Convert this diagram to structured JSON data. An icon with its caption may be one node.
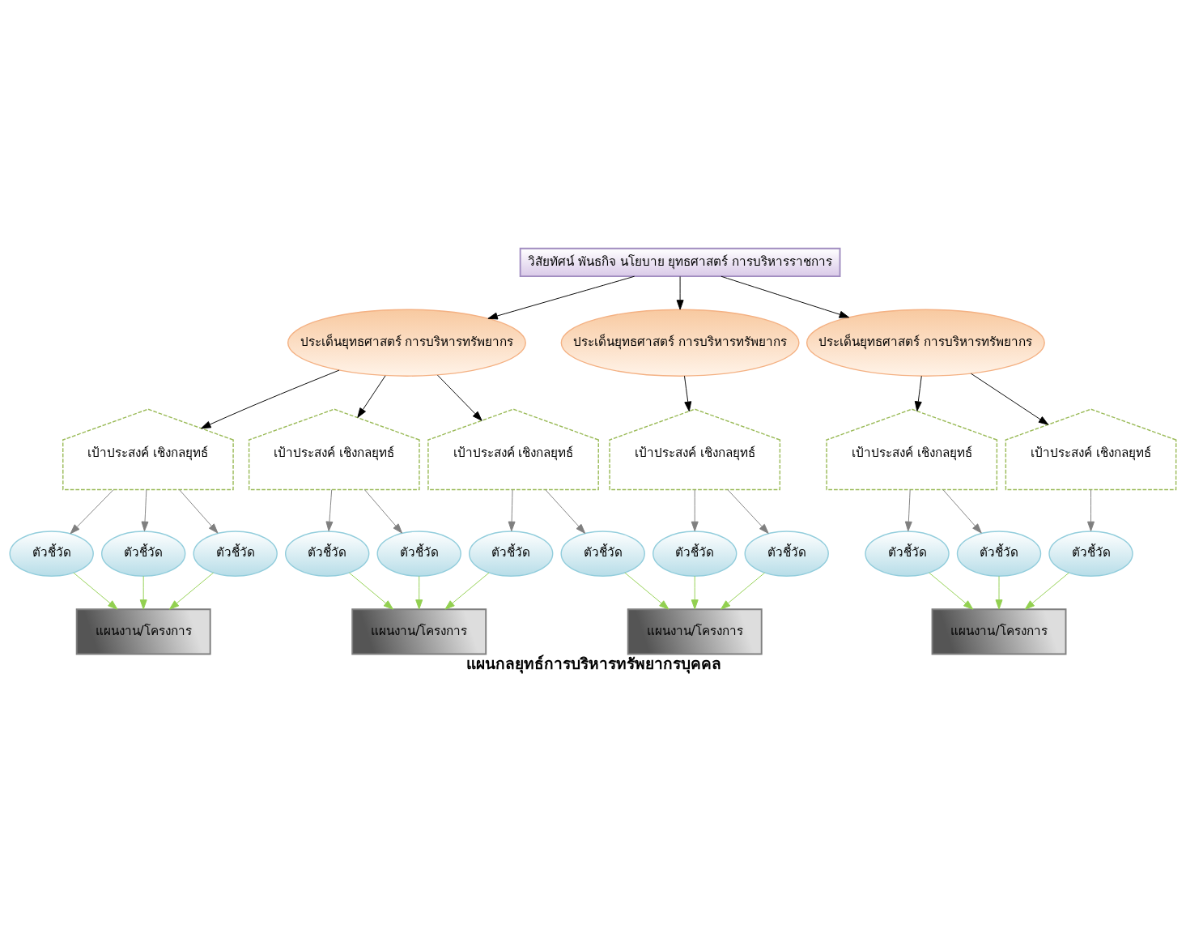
{
  "diagram": {
    "caption": "แผนกลยุทธ์การบริหารทรัพยากรบุคคล",
    "nodes": [
      {
        "text": [
          "วิสัยทัศน์ พันธกิจ นโยบาย ยุทธศาสตร์ การบริหารราชการ"
        ]
      },
      {
        "text": [
          "ประเด็นยุทธศาสตร์ การบริหารทรัพยากร"
        ]
      },
      {
        "text": [
          "ประเด็นยุทธศาสตร์ การบริหารทรัพยากร"
        ]
      },
      {
        "text": [
          "ประเด็นยุทธศาสตร์ การบริหารทรัพยากร"
        ]
      },
      {
        "text": [
          "เป้าประสงค์ เชิงกลยุทธ์"
        ]
      },
      {
        "text": [
          "เป้าประสงค์ เชิงกลยุทธ์"
        ]
      },
      {
        "text": [
          "เป้าประสงค์ เชิงกลยุทธ์"
        ]
      },
      {
        "text": [
          "เป้าประสงค์ เชิงกลยุทธ์"
        ]
      },
      {
        "text": [
          "เป้าประสงค์ เชิงกลยุทธ์"
        ]
      },
      {
        "text": [
          "เป้าประสงค์ เชิงกลยุทธ์"
        ]
      },
      {
        "text": [
          "ตัวชี้วัด"
        ]
      },
      {
        "text": [
          "ตัวชี้วัด"
        ]
      },
      {
        "text": [
          "ตัวชี้วัด"
        ]
      },
      {
        "text": [
          "ตัวชี้วัด"
        ]
      },
      {
        "text": [
          "ตัวชี้วัด"
        ]
      },
      {
        "text": [
          "ตัวชี้วัด"
        ]
      },
      {
        "text": [
          "ตัวชี้วัด"
        ]
      },
      {
        "text": [
          "ตัวชี้วัด"
        ]
      },
      {
        "text": [
          "ตัวชี้วัด"
        ]
      },
      {
        "text": [
          "ตัวชี้วัด"
        ]
      },
      {
        "text": [
          "ตัวชี้วัด"
        ]
      },
      {
        "text": [
          "ตัวชี้วัด"
        ]
      },
      {
        "text": [
          "แผนงาน/โครงการ"
        ]
      },
      {
        "text": [
          "แผนงาน/โครงการ"
        ]
      },
      {
        "text": [
          "แผนงาน/โครงการ"
        ]
      },
      {
        "text": [
          "แผนงาน/โครงการ"
        ]
      }
    ],
    "edges": [
      {
        "from": 0,
        "to": 1,
        "arrow": "to",
        "color": "#000000"
      },
      {
        "from": 0,
        "to": 2,
        "arrow": "to",
        "color": "#000000"
      },
      {
        "from": 0,
        "to": 3,
        "arrow": "to",
        "color": "#000000"
      },
      {
        "from": 1,
        "to": 4,
        "arrow": "to",
        "color": "#000000"
      },
      {
        "from": 1,
        "to": 5,
        "arrow": "to",
        "color": "#000000"
      },
      {
        "from": 1,
        "to": 6,
        "arrow": "to",
        "color": "#000000"
      },
      {
        "from": 2,
        "to": 7,
        "arrow": "to",
        "color": "#000000"
      },
      {
        "from": 3,
        "to": 8,
        "arrow": "to",
        "color": "#000000"
      },
      {
        "from": 3,
        "to": 9,
        "arrow": "to",
        "color": "#000000"
      },
      {
        "from": 4,
        "to": 10,
        "arrow": "to",
        "color": "#7f7f7f"
      },
      {
        "from": 4,
        "to": 11,
        "arrow": "to",
        "color": "#7f7f7f"
      },
      {
        "from": 4,
        "to": 12,
        "arrow": "to",
        "color": "#7f7f7f"
      },
      {
        "from": 5,
        "to": 13,
        "arrow": "to",
        "color": "#7f7f7f"
      },
      {
        "from": 5,
        "to": 14,
        "arrow": "to",
        "color": "#7f7f7f"
      },
      {
        "from": 6,
        "to": 15,
        "arrow": "to",
        "color": "#7f7f7f"
      },
      {
        "from": 6,
        "to": 16,
        "arrow": "to",
        "color": "#7f7f7f"
      },
      {
        "from": 7,
        "to": 17,
        "arrow": "to",
        "color": "#7f7f7f"
      },
      {
        "from": 7,
        "to": 18,
        "arrow": "to",
        "color": "#7f7f7f"
      },
      {
        "from": 8,
        "to": 19,
        "arrow": "to",
        "color": "#7f7f7f"
      },
      {
        "from": 8,
        "to": 20,
        "arrow": "to",
        "color": "#7f7f7f"
      },
      {
        "from": 9,
        "to": 21,
        "arrow": "to",
        "color": "#7f7f7f"
      },
      {
        "from": 10,
        "to": 22,
        "arrow": "to",
        "color": "#92d050"
      },
      {
        "from": 11,
        "to": 22,
        "arrow": "to",
        "color": "#92d050"
      },
      {
        "from": 12,
        "to": 22,
        "arrow": "to",
        "color": "#92d050"
      },
      {
        "from": 13,
        "to": 23,
        "arrow": "to",
        "color": "#92d050"
      },
      {
        "from": 14,
        "to": 23,
        "arrow": "to",
        "color": "#92d050"
      },
      {
        "from": 15,
        "to": 23,
        "arrow": "to",
        "color": "#92d050"
      },
      {
        "from": 16,
        "to": 24,
        "arrow": "to",
        "color": "#92d050"
      },
      {
        "from": 17,
        "to": 24,
        "arrow": "to",
        "color": "#92d050"
      },
      {
        "from": 18,
        "to": 24,
        "arrow": "to",
        "color": "#92d050"
      },
      {
        "from": 19,
        "to": 25,
        "arrow": "to",
        "color": "#92d050"
      },
      {
        "from": 20,
        "to": 25,
        "arrow": "to",
        "color": "#92d050"
      },
      {
        "from": 21,
        "to": 25,
        "arrow": "to",
        "color": "#92d050"
      }
    ]
  }
}
